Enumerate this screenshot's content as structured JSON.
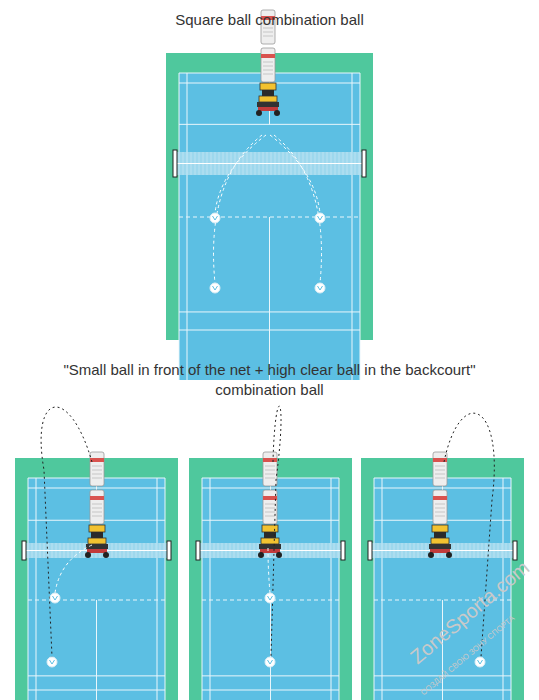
{
  "diagram": {
    "title": "Square ball combination ball",
    "labels": [
      "\"Small ball in front of the net + high clear ball in the backcourt\" combination ball",
      "ZoneSporta.com",
      "СОЗДАЙ СВОЮ ЗОНУ СПОРТА"
    ]
  }
}
